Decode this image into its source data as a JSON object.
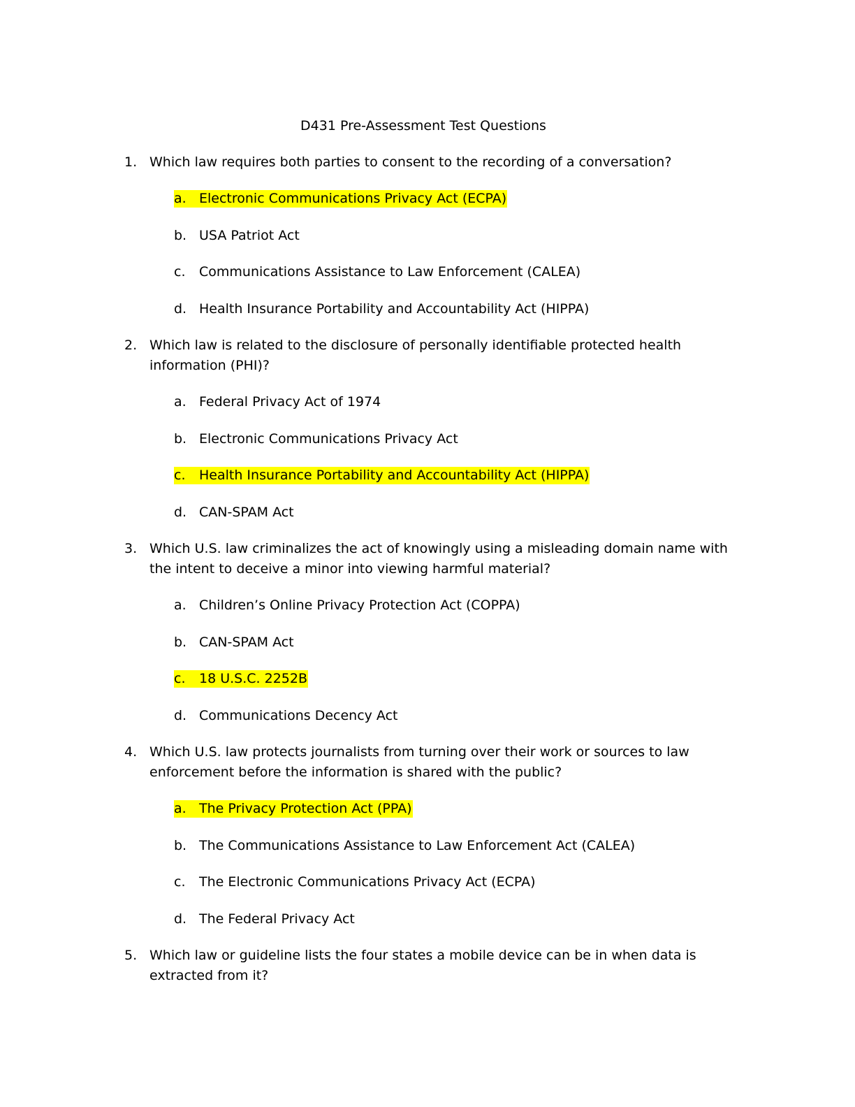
{
  "document": {
    "title": "D431 Pre-Assessment Test Questions",
    "highlight_color": "#ffff00"
  },
  "questions": [
    {
      "number": "1.",
      "text": "Which law requires both parties to consent to the recording of a conversation?",
      "options": [
        {
          "letter": "a.",
          "text": "Electronic Communications Privacy Act (ECPA)",
          "highlighted": true
        },
        {
          "letter": "b.",
          "text": "USA Patriot Act",
          "highlighted": false
        },
        {
          "letter": "c.",
          "text": "Communications Assistance to Law Enforcement (CALEA)",
          "highlighted": false
        },
        {
          "letter": "d.",
          "text": "Health Insurance Portability and Accountability Act (HIPPA)",
          "highlighted": false
        }
      ]
    },
    {
      "number": "2.",
      "text": "Which law is related to the disclosure of personally identifiable protected health information (PHI)?",
      "options": [
        {
          "letter": "a.",
          "text": "Federal Privacy Act of 1974",
          "highlighted": false
        },
        {
          "letter": "b.",
          "text": "Electronic Communications Privacy Act",
          "highlighted": false
        },
        {
          "letter": "c.",
          "text": "Health Insurance Portability and Accountability Act (HIPPA)",
          "highlighted": true
        },
        {
          "letter": "d.",
          "text": "CAN-SPAM Act",
          "highlighted": false
        }
      ]
    },
    {
      "number": "3.",
      "text": "Which U.S. law criminalizes the act of knowingly using a misleading domain name with the intent to deceive a minor into viewing harmful material?",
      "options": [
        {
          "letter": "a.",
          "text": "Children’s Online Privacy Protection Act (COPPA)",
          "highlighted": false
        },
        {
          "letter": "b.",
          "text": "CAN-SPAM Act",
          "highlighted": false
        },
        {
          "letter": "c.",
          "text": "18 U.S.C. 2252B",
          "highlighted": true
        },
        {
          "letter": "d.",
          "text": "Communications Decency Act",
          "highlighted": false
        }
      ]
    },
    {
      "number": "4.",
      "text": "Which U.S. law protects journalists from turning over their work or sources to law enforcement before the information is shared with the public?",
      "options": [
        {
          "letter": "a.",
          "text": "The Privacy Protection Act (PPA)",
          "highlighted": true
        },
        {
          "letter": "b.",
          "text": "The Communications Assistance to Law Enforcement Act (CALEA)",
          "highlighted": false
        },
        {
          "letter": "c.",
          "text": "The Electronic Communications Privacy Act (ECPA)",
          "highlighted": false
        },
        {
          "letter": "d.",
          "text": "The Federal Privacy Act",
          "highlighted": false
        }
      ]
    },
    {
      "number": "5.",
      "text": "Which law or guideline lists the four states a mobile device can be in when data is extracted from it?",
      "options": []
    }
  ]
}
